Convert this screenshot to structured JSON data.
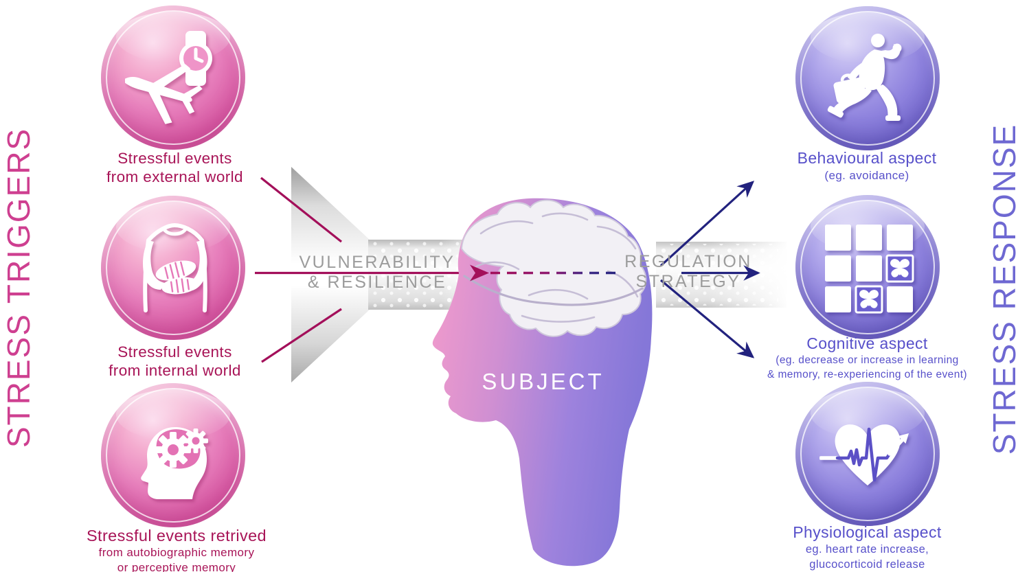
{
  "axes": {
    "left": "STRESS TRIGGERS",
    "right": "STRESS RESPONSE"
  },
  "center": {
    "vulnerability_line1": "VULNERABILITY",
    "vulnerability_line2": "& RESILIENCE",
    "regulation_line1": "REGULATION",
    "regulation_line2": "STRATEGY",
    "subject": "SUBJECT"
  },
  "triggers": [
    {
      "icon": "airplane-watch-icon",
      "line1": "Stressful events",
      "line2": "from external world"
    },
    {
      "icon": "hands-on-stomach-icon",
      "line1": "Stressful events",
      "line2": "from internal world"
    },
    {
      "icon": "head-gears-icon",
      "title": "Stressful events retrived",
      "sub1": "from autobiographic memory",
      "sub2": "or perceptive memory"
    }
  ],
  "responses": [
    {
      "icon": "running-businessman-icon",
      "title": "Behavioural aspect",
      "sub1": "(eg. avoidance)"
    },
    {
      "icon": "butterfly-grid-icon",
      "title": "Cognitive aspect",
      "sub1": "(eg. decrease or increase in learning",
      "sub2": "& memory, re-experiencing of the event)"
    },
    {
      "icon": "heart-ecg-icon",
      "title": "Physiological aspect",
      "sub1": "eg. heart rate increase,",
      "sub2": "glucocorticoid release"
    }
  ],
  "colors": {
    "trigger_sphere_pink": "#e077bb",
    "trigger_text_crimson": "#a81457",
    "response_sphere_purple": "#8d81dd",
    "response_text_purple": "#5750ca",
    "axis_left_pink": "#ce3f90",
    "axis_right_purple": "#6e68d2",
    "center_gray_text": "#9c9c9c",
    "arrow_crimson": "#a30f5a",
    "arrow_navy": "#22227e"
  }
}
